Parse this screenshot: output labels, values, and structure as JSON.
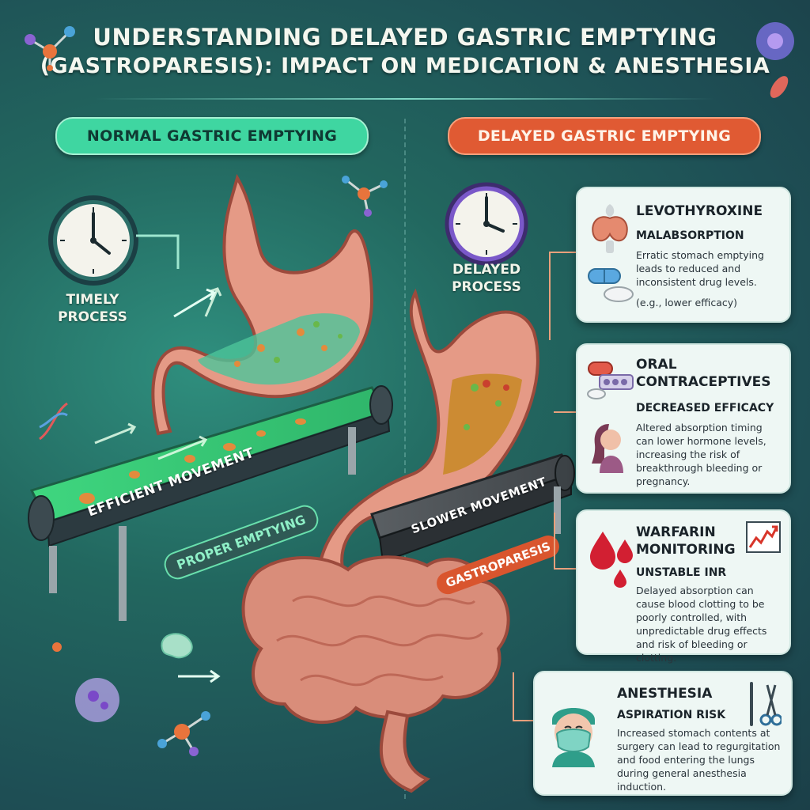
{
  "title": {
    "line1": "UNDERSTANDING DELAYED GASTRIC EMPTYING",
    "line2": "(GASTROPARESIS): IMPACT ON MEDICATION & ANESTHESIA"
  },
  "normal": {
    "header": "NORMAL GASTRIC EMPTYING",
    "clock_label": "TIMELY PROCESS",
    "belt_label": "EFFICIENT MOVEMENT",
    "tag": "PROPER EMPTYING"
  },
  "delayed": {
    "header": "DELAYED GASTRIC EMPTYING",
    "clock_label": "DELAYED PROCESS",
    "belt_label": "SLOWER MOVEMENT",
    "tag": "GASTROPARESIS"
  },
  "cards": [
    {
      "title": "LEVOTHYROXINE",
      "subtitle": "MALABSORPTION",
      "body": "Erratic stomach emptying leads to reduced and inconsistent drug levels.",
      "note": "(e.g., lower efficacy)"
    },
    {
      "title": "ORAL CONTRACEPTIVES",
      "subtitle": "DECREASED EFFICACY",
      "body": "Altered absorption timing can lower hormone levels, increasing the risk of breakthrough bleeding or pregnancy."
    },
    {
      "title": "WARFARIN MONITORING",
      "subtitle": "UNSTABLE INR",
      "body": "Delayed absorption can cause blood clotting to be poorly controlled, with unpredictable drug effects and risk of bleeding or clotting."
    },
    {
      "title": "ANESTHESIA",
      "subtitle": "ASPIRATION RISK",
      "body": "Increased stomach contents at surgery can lead to regurgitation and food entering the lungs during general anesthesia induction."
    }
  ],
  "colors": {
    "normal_accent": "#3fd6a1",
    "delayed_accent": "#e05a33",
    "stomach": "#e59a86",
    "card_bg": "#eef7f4"
  }
}
